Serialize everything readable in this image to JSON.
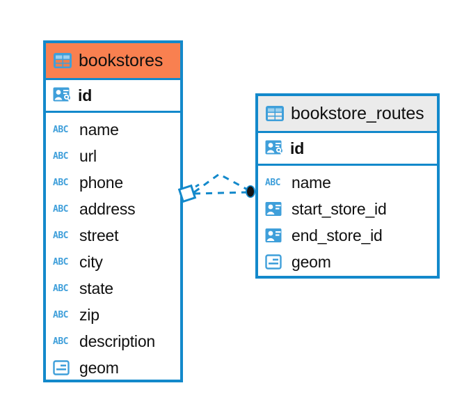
{
  "diagram": {
    "type": "entity-relationship-diagram",
    "background": "#ffffff",
    "colors": {
      "border": "#1389CB",
      "header_highlight": "#F98050",
      "header_default": "#EBEBEB",
      "icon_blue": "#3F9FDA",
      "connector": "#1389CB",
      "connector_endpoint": "#141414"
    }
  },
  "entities": [
    {
      "name": "bookstores",
      "header_style": "highlighted",
      "table_icon": "table-icon",
      "primary_keys": [
        {
          "label": "id",
          "icon": "primary-key-icon",
          "bold": true
        }
      ],
      "fields": [
        {
          "label": "name",
          "icon": "text-type-icon",
          "icon_text": "ABC"
        },
        {
          "label": "url",
          "icon": "text-type-icon",
          "icon_text": "ABC"
        },
        {
          "label": "phone",
          "icon": "text-type-icon",
          "icon_text": "ABC"
        },
        {
          "label": "address",
          "icon": "text-type-icon",
          "icon_text": "ABC"
        },
        {
          "label": "street",
          "icon": "text-type-icon",
          "icon_text": "ABC"
        },
        {
          "label": "city",
          "icon": "text-type-icon",
          "icon_text": "ABC"
        },
        {
          "label": "state",
          "icon": "text-type-icon",
          "icon_text": "ABC"
        },
        {
          "label": "zip",
          "icon": "text-type-icon",
          "icon_text": "ABC"
        },
        {
          "label": "description",
          "icon": "text-type-icon",
          "icon_text": "ABC"
        },
        {
          "label": "geom",
          "icon": "geometry-type-icon"
        }
      ]
    },
    {
      "name": "bookstore_routes",
      "header_style": "default",
      "table_icon": "table-icon",
      "primary_keys": [
        {
          "label": "id",
          "icon": "primary-key-icon",
          "bold": true
        }
      ],
      "fields": [
        {
          "label": "name",
          "icon": "text-type-icon",
          "icon_text": "ABC"
        },
        {
          "label": "start_store_id",
          "icon": "foreign-key-icon"
        },
        {
          "label": "end_store_id",
          "icon": "foreign-key-icon"
        },
        {
          "label": "geom",
          "icon": "geometry-type-icon"
        }
      ]
    }
  ],
  "relationship": {
    "from": "bookstores",
    "to": "bookstore_routes",
    "line_style": "dashed",
    "source_marker": "diamond-outline",
    "target_marker": "filled-circle"
  }
}
